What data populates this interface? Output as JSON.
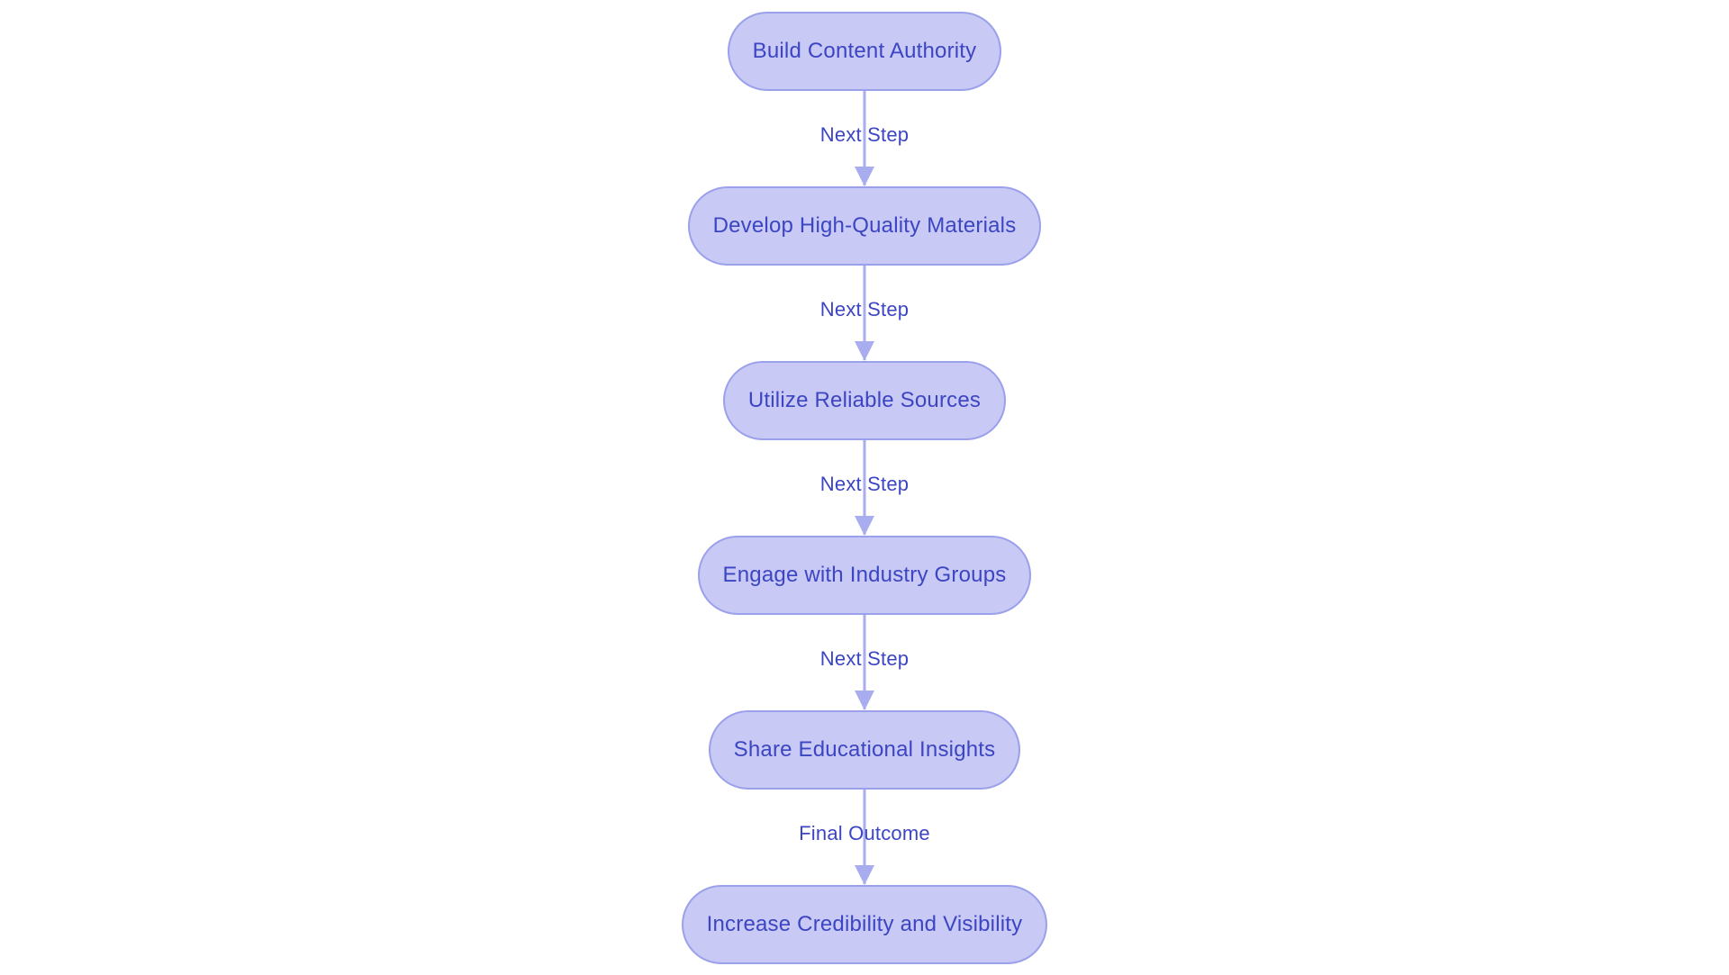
{
  "flowchart": {
    "nodes": [
      {
        "label": "Build Content Authority"
      },
      {
        "label": "Develop High-Quality Materials"
      },
      {
        "label": "Utilize Reliable Sources"
      },
      {
        "label": "Engage with Industry Groups"
      },
      {
        "label": "Share Educational Insights"
      },
      {
        "label": "Increase Credibility and Visibility"
      }
    ],
    "edges": [
      {
        "from": 0,
        "to": 1,
        "label": "Next Step"
      },
      {
        "from": 1,
        "to": 2,
        "label": "Next Step"
      },
      {
        "from": 2,
        "to": 3,
        "label": "Next Step"
      },
      {
        "from": 3,
        "to": 4,
        "label": "Next Step"
      },
      {
        "from": 4,
        "to": 5,
        "label": "Final Outcome"
      }
    ],
    "colors": {
      "node_fill": "#c8c9f4",
      "node_border": "#9aa0ea",
      "node_text": "#3c45c2",
      "arrow": "#a8adf0",
      "edge_label_text": "#3c45c2",
      "bg": "#ffffff"
    }
  }
}
